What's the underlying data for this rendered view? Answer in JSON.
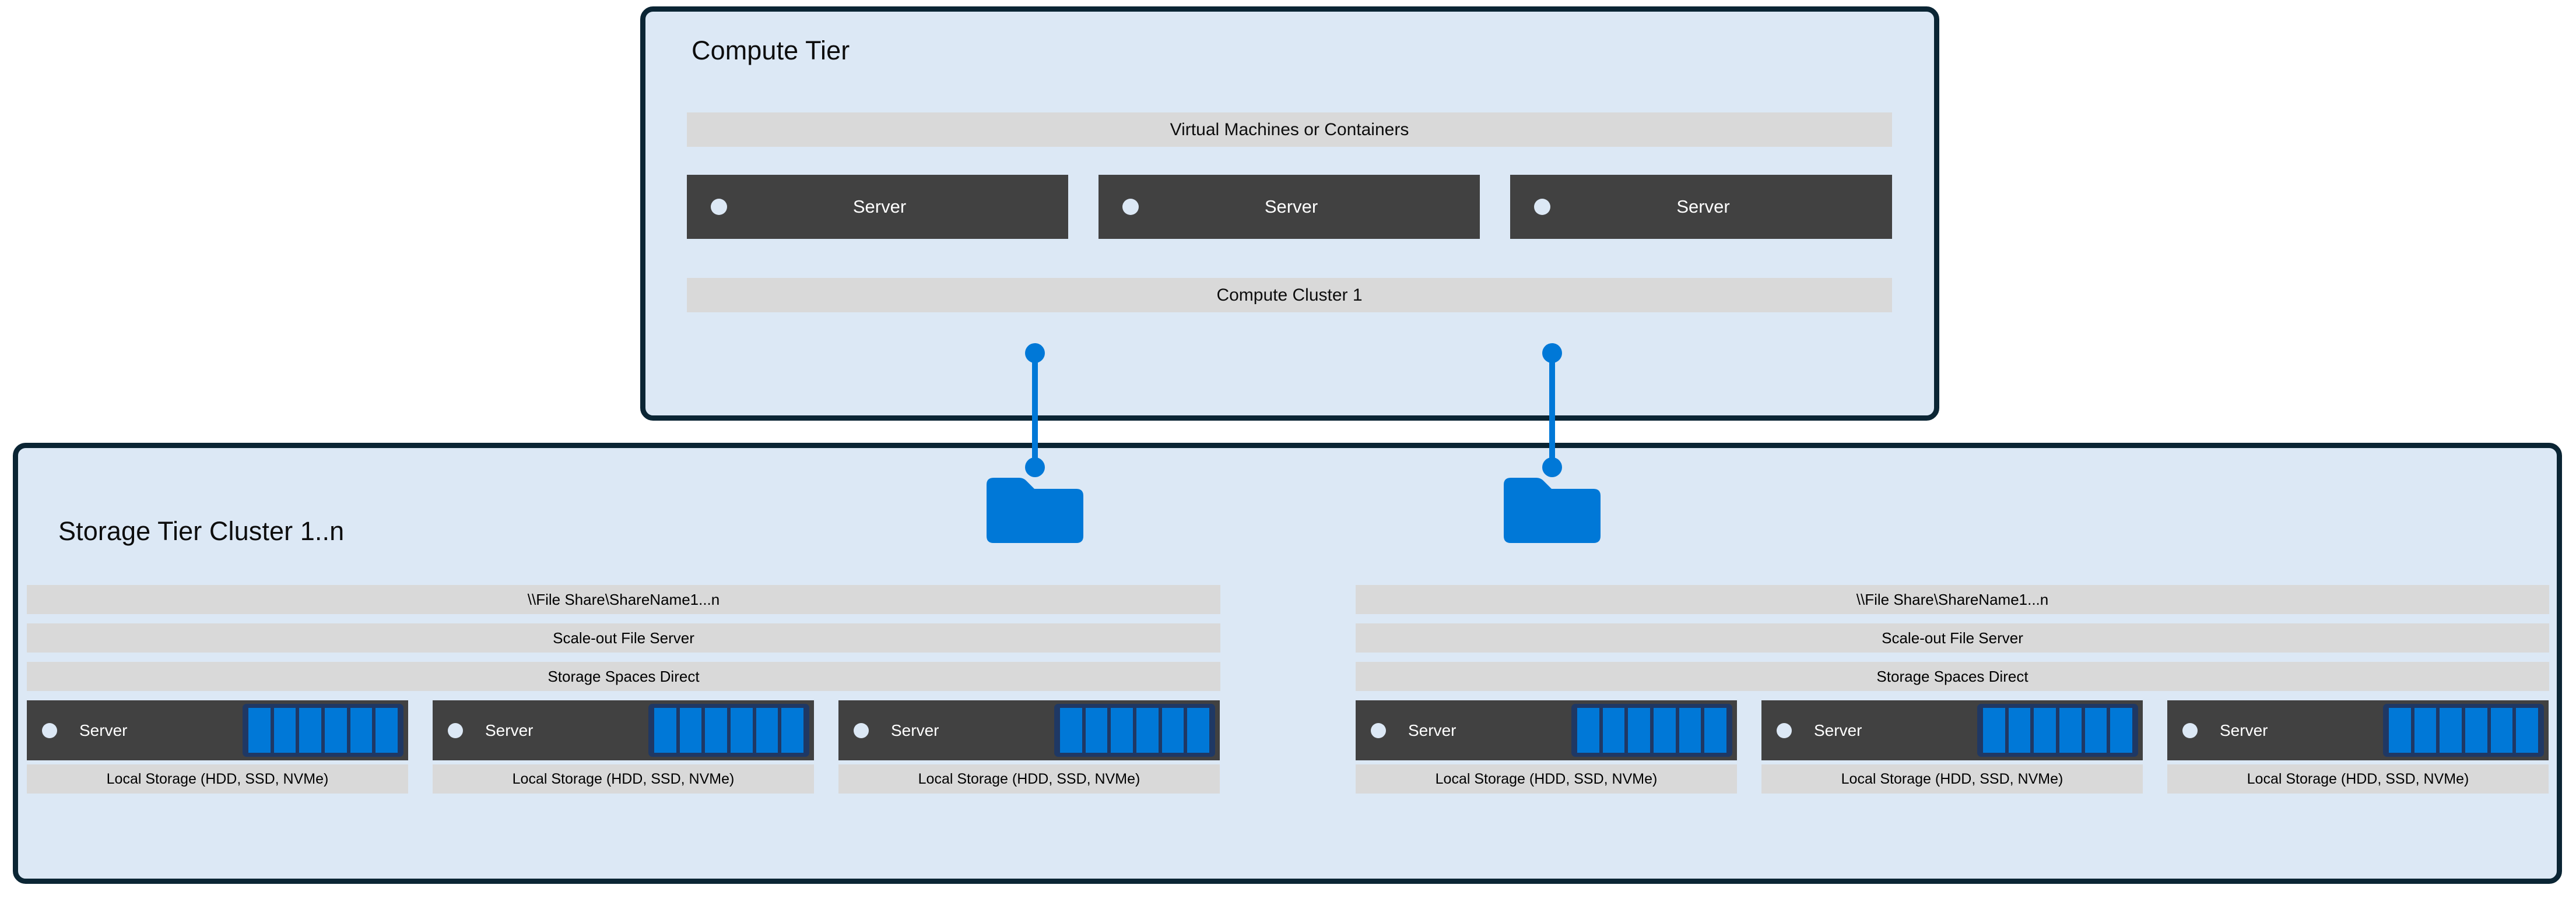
{
  "colors": {
    "frame_border": "#0B2534",
    "frame_fill": "#DCE8F5",
    "band_gray": "#D9D9D9",
    "server_dark": "#414141",
    "accent_blue": "#0078D7",
    "disk_tray": "#1F3864"
  },
  "compute_tier": {
    "title": "Compute Tier",
    "vm_band_label": "Virtual Machines or Containers",
    "cluster_band_label": "Compute Cluster 1",
    "servers": [
      {
        "label": "Server"
      },
      {
        "label": "Server"
      },
      {
        "label": "Server"
      }
    ]
  },
  "connectors": [
    {
      "name": "compute-to-storage-link-1"
    },
    {
      "name": "compute-to-storage-link-2"
    }
  ],
  "folders": [
    {
      "name": "file-share-folder-1"
    },
    {
      "name": "file-share-folder-2"
    }
  ],
  "storage_tier": {
    "title": "Storage Tier Cluster 1..n",
    "clusters": [
      {
        "bands": [
          "\\\\File Share\\ShareName1...n",
          "Scale-out File Server",
          "Storage Spaces Direct"
        ],
        "nodes": [
          {
            "label": "Server",
            "footer": "Local Storage (HDD, SSD, NVMe)",
            "disks": 6
          },
          {
            "label": "Server",
            "footer": "Local Storage (HDD, SSD, NVMe)",
            "disks": 6
          },
          {
            "label": "Server",
            "footer": "Local Storage (HDD, SSD, NVMe)",
            "disks": 6
          }
        ]
      },
      {
        "bands": [
          "\\\\File Share\\ShareName1...n",
          "Scale-out File Server",
          "Storage Spaces Direct"
        ],
        "nodes": [
          {
            "label": "Server",
            "footer": "Local Storage (HDD, SSD, NVMe)",
            "disks": 6
          },
          {
            "label": "Server",
            "footer": "Local Storage (HDD, SSD, NVMe)",
            "disks": 6
          },
          {
            "label": "Server",
            "footer": "Local Storage (HDD, SSD, NVMe)",
            "disks": 6
          }
        ]
      }
    ]
  }
}
